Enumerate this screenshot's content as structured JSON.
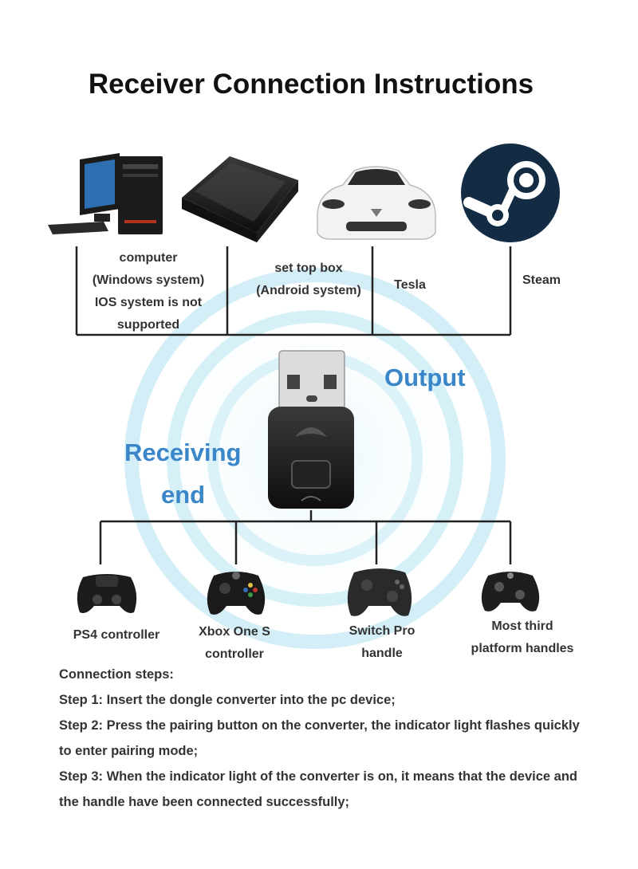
{
  "title": "Receiver Connection Instructions",
  "outputs": [
    {
      "lines": [
        "computer",
        "(Windows system)",
        "IOS system is not",
        "supported"
      ],
      "icon": "computer-icon"
    },
    {
      "lines": [
        "set top box",
        "(Android system)"
      ],
      "icon": "set-top-box-icon"
    },
    {
      "lines": [
        "Tesla"
      ],
      "icon": "tesla-car-icon"
    },
    {
      "lines": [
        "Steam"
      ],
      "icon": "steam-logo-icon"
    }
  ],
  "output_label": "Output",
  "receiving_label": [
    "Receiving",
    "end"
  ],
  "inputs": [
    {
      "lines": [
        "PS4 controller"
      ],
      "icon": "ps4-controller-icon"
    },
    {
      "lines": [
        "Xbox One S",
        "controller"
      ],
      "icon": "xbox-controller-icon"
    },
    {
      "lines": [
        "Switch Pro",
        "handle"
      ],
      "icon": "switch-pro-controller-icon"
    },
    {
      "lines": [
        "Most third",
        "platform handles"
      ],
      "icon": "third-party-controller-icon"
    }
  ],
  "steps": {
    "heading": "Connection steps:",
    "lines": [
      "Step 1: Insert the dongle converter into the pc device;",
      "Step 2: Press the pairing button on the converter, the indicator light flashes quickly",
      "to enter pairing mode;",
      "Step 3: When the indicator light of the converter is on, it means that the device and",
      "the handle have been connected successfully;"
    ]
  },
  "colors": {
    "accent_blue": "#3a86c8",
    "ring": "#cdebf5",
    "line": "#222222"
  }
}
